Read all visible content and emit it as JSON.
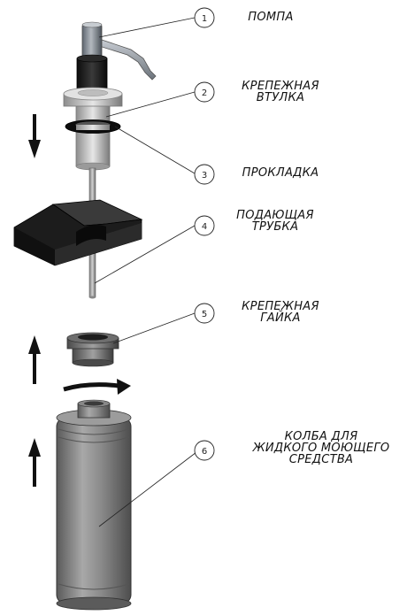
{
  "callouts": [
    {
      "number": "1",
      "label_lines": [
        "ПОМПА"
      ]
    },
    {
      "number": "2",
      "label_lines": [
        "КРЕПЕЖНАЯ",
        "ВТУЛКА"
      ]
    },
    {
      "number": "3",
      "label_lines": [
        "ПРОКЛАДКА"
      ]
    },
    {
      "number": "4",
      "label_lines": [
        "ПОДАЮЩАЯ",
        "ТРУБКА"
      ]
    },
    {
      "number": "5",
      "label_lines": [
        "КРЕПЕЖНАЯ",
        "ГАЙКА"
      ]
    },
    {
      "number": "6",
      "label_lines": [
        "КОЛБА ДЛЯ",
        "ЖИДКОГО МОЮЩЕГО",
        "СРЕДСТВА"
      ]
    }
  ]
}
